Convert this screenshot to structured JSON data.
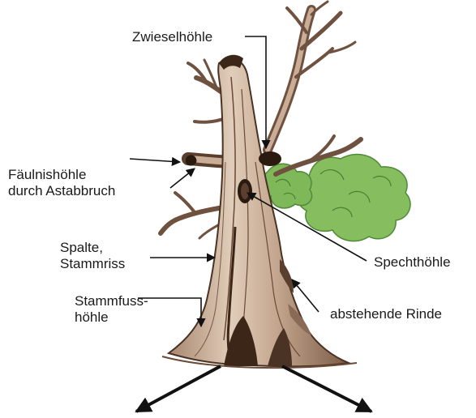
{
  "labels": {
    "zwiesel": "Zwieselhöhle",
    "faeulnis_1": "Fäulnishöhle",
    "faeulnis_2": "durch Astabbruch",
    "spalte_1": "Spalte,",
    "spalte_2": "Stammriss",
    "specht": "Spechthöhle",
    "stammfuss_1": "Stammfuss-",
    "stammfuss_2": "höhle",
    "rinde": "abstehende Rinde"
  },
  "colors": {
    "bark_dark": "#3b2618",
    "bark_mid": "#8a6a55",
    "bark_light": "#d8c2ae",
    "foliage": "#7fb858",
    "foliage_dark": "#4f8a38",
    "ink": "#111111"
  }
}
